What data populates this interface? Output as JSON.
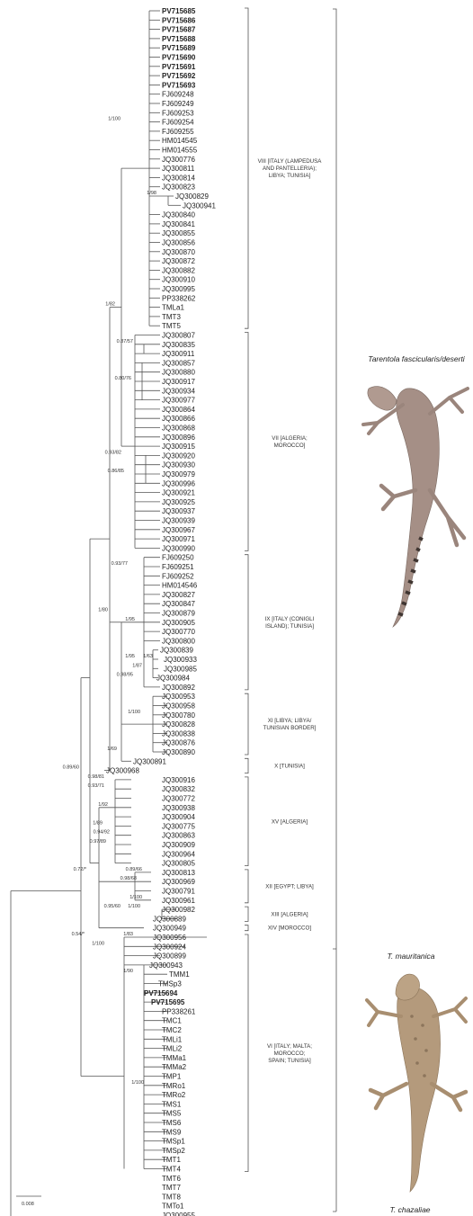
{
  "tips": [
    {
      "name": "PV715685",
      "bold": true
    },
    {
      "name": "PV715686",
      "bold": true
    },
    {
      "name": "PV715687",
      "bold": true
    },
    {
      "name": "PV715688",
      "bold": true
    },
    {
      "name": "PV715689",
      "bold": true
    },
    {
      "name": "PV715690",
      "bold": true
    },
    {
      "name": "PV715691",
      "bold": true
    },
    {
      "name": "PV715692",
      "bold": true
    },
    {
      "name": "PV715693",
      "bold": true
    },
    {
      "name": "FJ609248"
    },
    {
      "name": "FJ609249"
    },
    {
      "name": "FJ609253"
    },
    {
      "name": "FJ609254"
    },
    {
      "name": "FJ609255"
    },
    {
      "name": "HM014545"
    },
    {
      "name": "HM014555"
    },
    {
      "name": "JQ300776"
    },
    {
      "name": "JQ300811"
    },
    {
      "name": "JQ300814"
    },
    {
      "name": "JQ300823"
    },
    {
      "name": "JQ300829"
    },
    {
      "name": "JQ300941"
    },
    {
      "name": "JQ300840"
    },
    {
      "name": "JQ300841"
    },
    {
      "name": "JQ300855"
    },
    {
      "name": "JQ300856"
    },
    {
      "name": "JQ300870"
    },
    {
      "name": "JQ300872"
    },
    {
      "name": "JQ300882"
    },
    {
      "name": "JQ300910"
    },
    {
      "name": "JQ300995"
    },
    {
      "name": "PP338262"
    },
    {
      "name": "TMLa1"
    },
    {
      "name": "TMT3"
    },
    {
      "name": "TMT5"
    },
    {
      "name": "JQ300807"
    },
    {
      "name": "JQ300835"
    },
    {
      "name": "JQ300911"
    },
    {
      "name": "JQ300857"
    },
    {
      "name": "JQ300880"
    },
    {
      "name": "JQ300917"
    },
    {
      "name": "JQ300934"
    },
    {
      "name": "JQ300977"
    },
    {
      "name": "JQ300864"
    },
    {
      "name": "JQ300866"
    },
    {
      "name": "JQ300868"
    },
    {
      "name": "JQ300896"
    },
    {
      "name": "JQ300915"
    },
    {
      "name": "JQ300920"
    },
    {
      "name": "JQ300930"
    },
    {
      "name": "JQ300979"
    },
    {
      "name": "JQ300996"
    },
    {
      "name": "JQ300921"
    },
    {
      "name": "JQ300925"
    },
    {
      "name": "JQ300937"
    },
    {
      "name": "JQ300939"
    },
    {
      "name": "JQ300967"
    },
    {
      "name": "JQ300971"
    },
    {
      "name": "JQ300990"
    },
    {
      "name": "FJ609250"
    },
    {
      "name": "FJ609251"
    },
    {
      "name": "FJ609252"
    },
    {
      "name": "HM014546"
    },
    {
      "name": "JQ300827"
    },
    {
      "name": "JQ300847"
    },
    {
      "name": "JQ300879"
    },
    {
      "name": "JQ300905"
    },
    {
      "name": "JQ300770"
    },
    {
      "name": "JQ300800"
    },
    {
      "name": "JQ300839"
    },
    {
      "name": "JQ300933"
    },
    {
      "name": "JQ300985"
    },
    {
      "name": "JQ300984"
    },
    {
      "name": "JQ300892"
    },
    {
      "name": "JQ300953"
    },
    {
      "name": "JQ300958"
    },
    {
      "name": "JQ300780"
    },
    {
      "name": "JQ300828"
    },
    {
      "name": "JQ300838"
    },
    {
      "name": "JQ300876"
    },
    {
      "name": "JQ300890"
    },
    {
      "name": "JQ300891"
    },
    {
      "name": "JQ300968"
    },
    {
      "name": "JQ300916"
    },
    {
      "name": "JQ300832"
    },
    {
      "name": "JQ300772"
    },
    {
      "name": "JQ300938"
    },
    {
      "name": "JQ300904"
    },
    {
      "name": "JQ300775"
    },
    {
      "name": "JQ300863"
    },
    {
      "name": "JQ300909"
    },
    {
      "name": "JQ300964"
    },
    {
      "name": "JQ300805"
    },
    {
      "name": "JQ300813"
    },
    {
      "name": "JQ300969"
    },
    {
      "name": "JQ300791"
    },
    {
      "name": "JQ300961"
    },
    {
      "name": "JQ300982"
    },
    {
      "name": "JQ300889"
    },
    {
      "name": "JQ300949"
    },
    {
      "name": "JQ300956"
    },
    {
      "name": "JQ300924"
    },
    {
      "name": "JQ300899"
    },
    {
      "name": "JQ300943"
    },
    {
      "name": "TMM1"
    },
    {
      "name": "TMSp3"
    },
    {
      "name": "PV715694",
      "bold": true
    },
    {
      "name": "PV715695",
      "bold": true
    },
    {
      "name": "PP338261"
    },
    {
      "name": "TMC1"
    },
    {
      "name": "TMC2"
    },
    {
      "name": "TMLi1"
    },
    {
      "name": "TMLi2"
    },
    {
      "name": "TMMa1"
    },
    {
      "name": "TMMa2"
    },
    {
      "name": "TMP1"
    },
    {
      "name": "TMRo1"
    },
    {
      "name": "TMRo2"
    },
    {
      "name": "TMS1"
    },
    {
      "name": "TMS5"
    },
    {
      "name": "TMS6"
    },
    {
      "name": "TMS9"
    },
    {
      "name": "TMSp1"
    },
    {
      "name": "TMSp2"
    },
    {
      "name": "TMT1"
    },
    {
      "name": "TMT4"
    },
    {
      "name": "TMT6"
    },
    {
      "name": "TMT7"
    },
    {
      "name": "TMT8"
    },
    {
      "name": "TMTo1"
    },
    {
      "name": "JQ300955"
    }
  ],
  "support": [
    "1/100",
    "1/98",
    "1/82",
    "0.87/57",
    "0.80/76",
    "0.93/82",
    "0.86/85",
    "0.93/77",
    "1/95",
    "1/95",
    "1/87",
    "1/63",
    "0.98/95",
    "1/100",
    "1/69",
    "1/80",
    "0.89/60",
    "0.98/81",
    "0.93/71",
    "1/92",
    "1/89",
    "0.94/92",
    "0.97/89",
    "0.72/*",
    "0.89/66",
    "0.98/68",
    "1/100",
    "0.95/60",
    "1/100",
    "0.54/*",
    "1/83",
    "1/100",
    "1/90",
    "1/100"
  ],
  "clades": [
    {
      "lines": [
        "VIII [ITALY (LAMPEDUSA",
        "AND PANTELLERIA);",
        "LIBYA; TUNISIA]"
      ]
    },
    {
      "lines": [
        "VII [ALGERIA;",
        "MOROCCO]"
      ]
    },
    {
      "lines": [
        "IX [ITALY (CONIGLI",
        "ISLAND); TUNISIA]"
      ]
    },
    {
      "lines": [
        "XI [LIBYA; LIBYA/",
        "TUNISIAN BORDER]"
      ]
    },
    {
      "lines": [
        "X [TUNISIA]"
      ]
    },
    {
      "lines": [
        "XV [ALGERIA]"
      ]
    },
    {
      "lines": [
        "XII [EGYPT; LIBYA]"
      ]
    },
    {
      "lines": [
        "XIII [ALGERIA]"
      ]
    },
    {
      "lines": [
        "XIV [MOROCCO]"
      ]
    },
    {
      "lines": [
        "VI [ITALY; MALTA;",
        "MOROCCO;",
        "SPAIN; TUNISIA]"
      ]
    }
  ],
  "species": [
    "Tarentola fascicularis/deserti",
    "T. mauritanica",
    "T. chazaliae"
  ],
  "scale_label": "0.008",
  "colors": {
    "line": "#555555",
    "gecko1_body": "#a58f86",
    "gecko2_body": "#b49a7c"
  }
}
